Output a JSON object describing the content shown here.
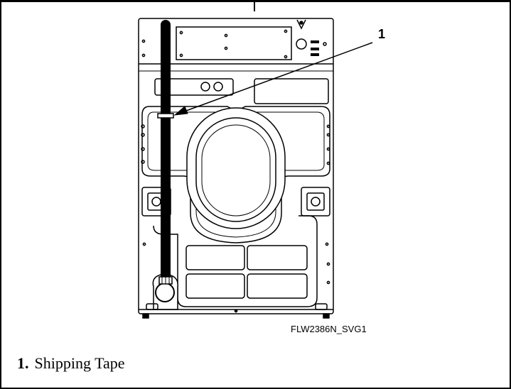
{
  "figure": {
    "code": "FLW2386N_SVG1",
    "callout_number": "1"
  },
  "legend": {
    "items": [
      {
        "number": "1.",
        "label": "Shipping Tape"
      }
    ]
  }
}
